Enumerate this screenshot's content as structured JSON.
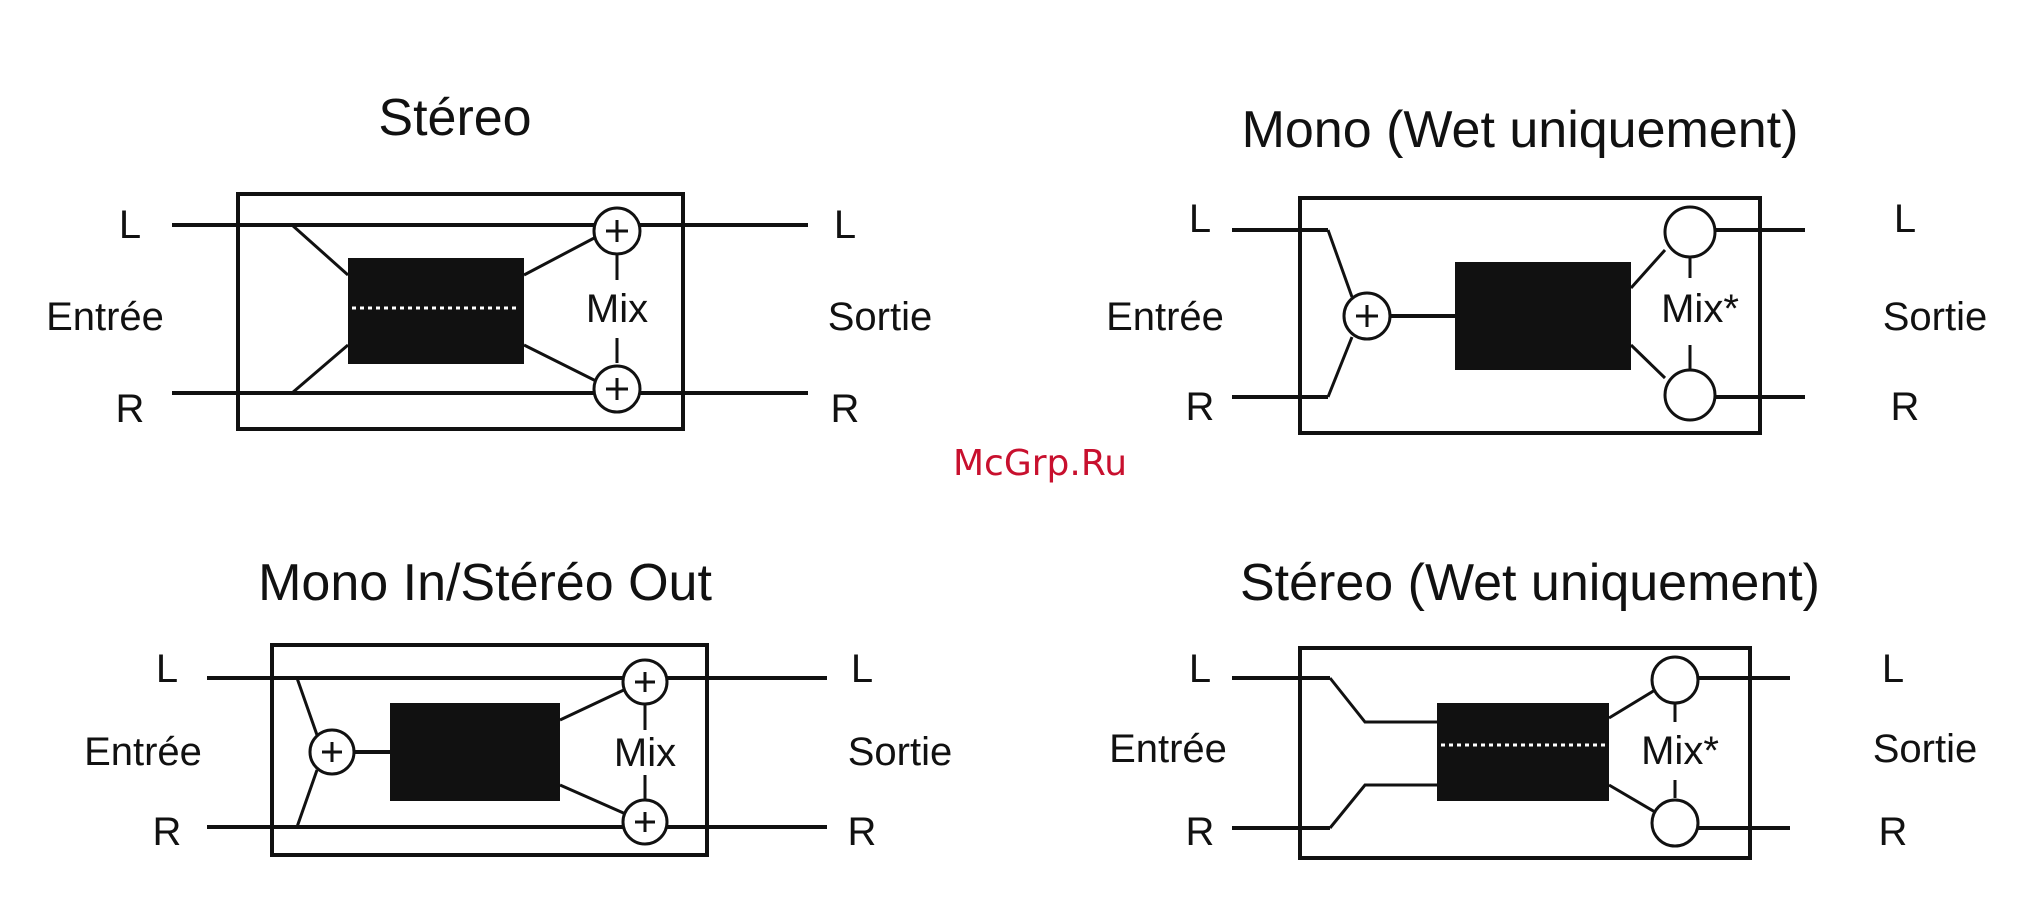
{
  "watermark": "McGrp.Ru",
  "diagrams": {
    "stereo": {
      "title": "Stéreo",
      "in_l": "L",
      "in_r": "R",
      "in_label": "Entrée",
      "out_l": "L",
      "out_r": "R",
      "out_label": "Sortie",
      "mix": "Mix"
    },
    "mono_wet": {
      "title": "Mono (Wet uniquement)",
      "in_l": "L",
      "in_r": "R",
      "in_label": "Entrée",
      "out_l": "L",
      "out_r": "R",
      "out_label": "Sortie",
      "mix": "Mix*"
    },
    "mono_in_stereo_out": {
      "title": "Mono In/Stéréo Out",
      "in_l": "L",
      "in_r": "R",
      "in_label": "Entrée",
      "out_l": "L",
      "out_r": "R",
      "out_label": "Sortie",
      "mix": "Mix"
    },
    "stereo_wet": {
      "title": "Stéreo (Wet uniquement)",
      "in_l": "L",
      "in_r": "R",
      "in_label": "Entrée",
      "out_l": "L",
      "out_r": "R",
      "out_label": "Sortie",
      "mix": "Mix*"
    }
  }
}
